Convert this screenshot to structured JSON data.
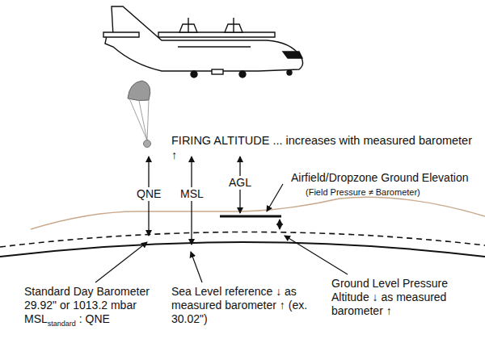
{
  "diagram": {
    "labels": [
      "FIRING ALTITUDE ...  increases with measured barometer ↑",
      "QNE",
      "MSL",
      "AGL",
      "Airfield/Dropzone Ground Elevation",
      "(Field Pressure ≠ Barometer)",
      "Standard Day Barometer 29.92\" or 1013.2 mbar",
      "MSL",
      "standard",
      ": QNE",
      "Sea Level reference ↓ as measured barometer ↑ (ex. 30.02\")",
      "Ground Level Pressure Altitude ↓ as measured barometer ↑"
    ]
  }
}
